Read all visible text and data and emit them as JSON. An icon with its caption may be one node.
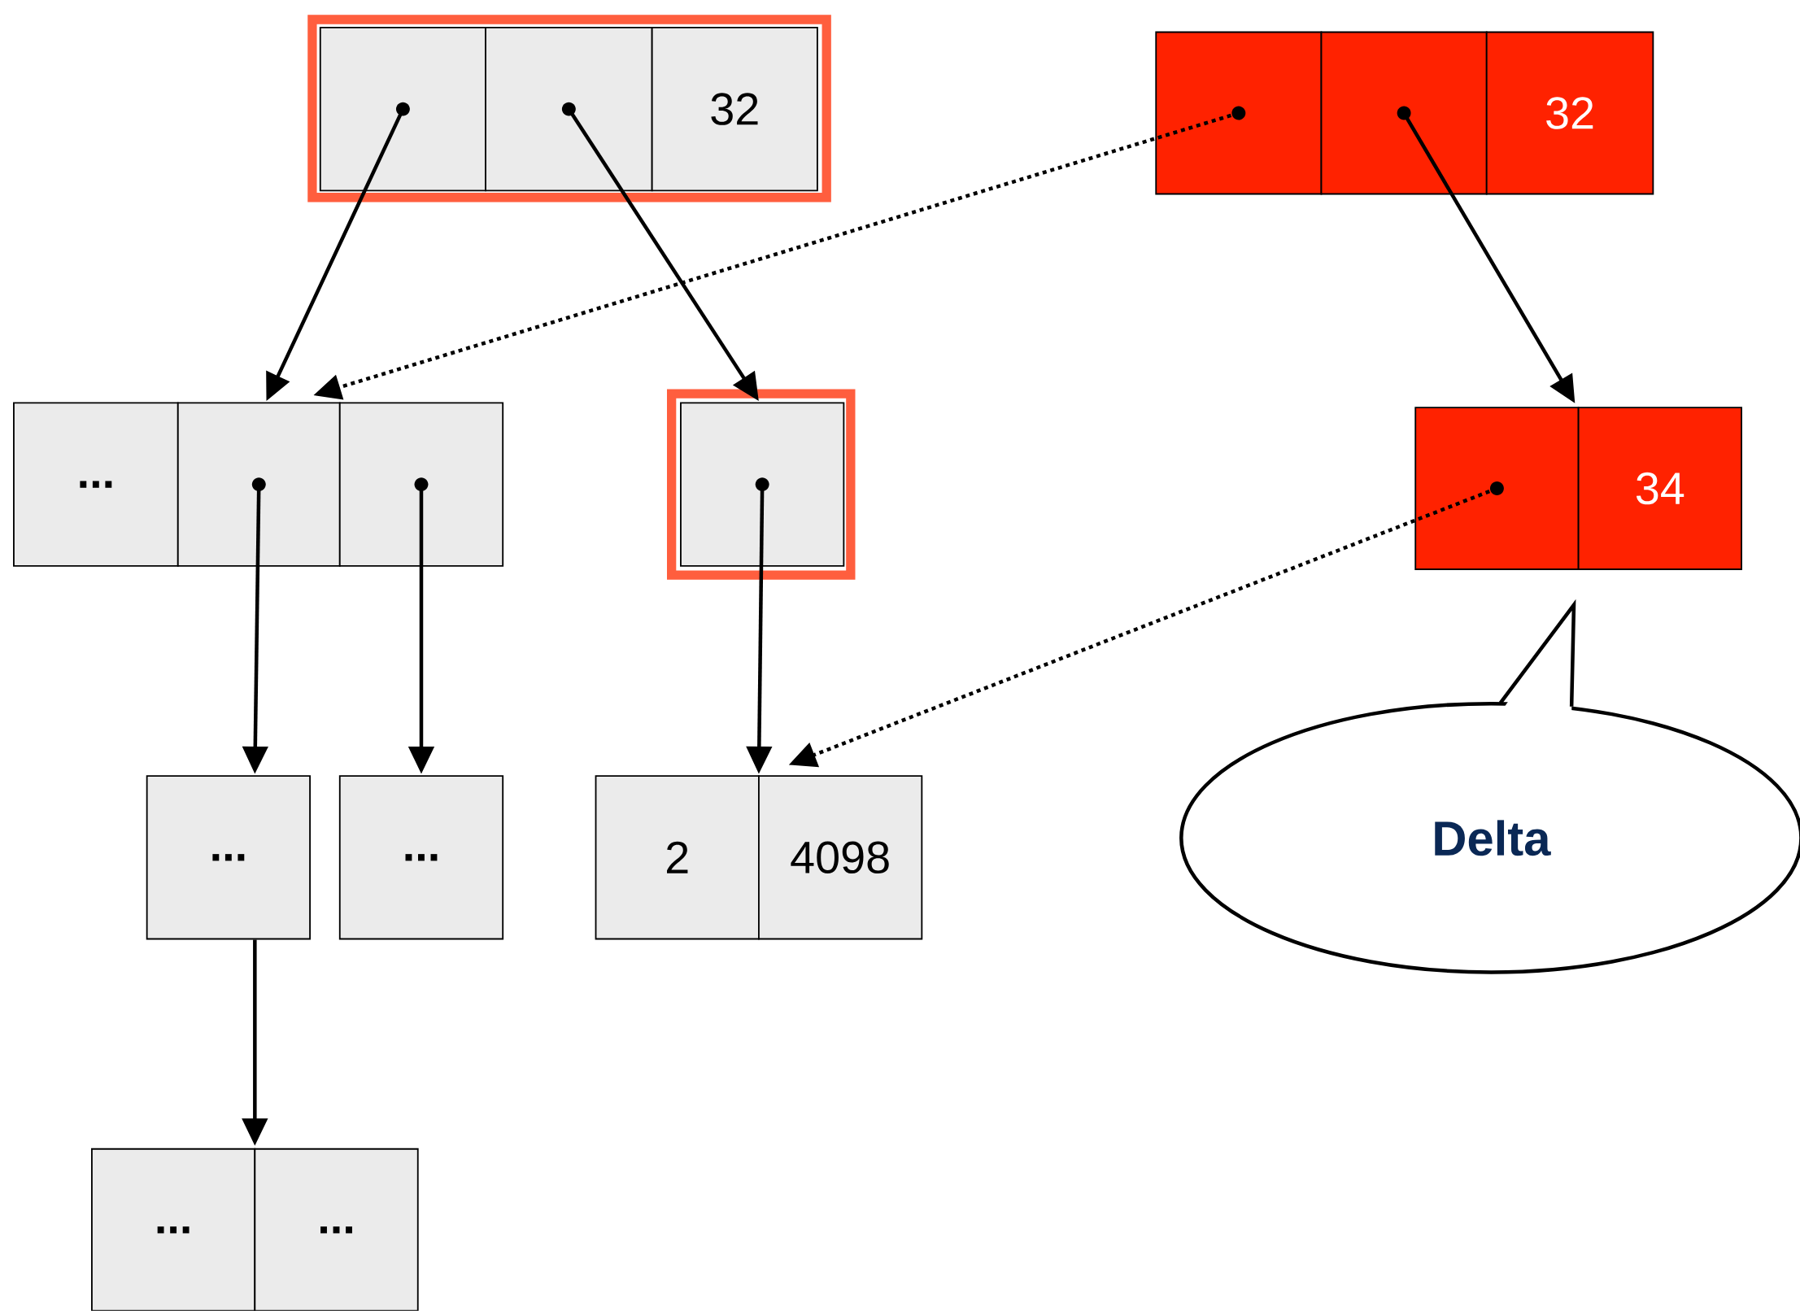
{
  "diagram": {
    "nodes": [
      {
        "text": [],
        "shape": "box"
      },
      {
        "text": [],
        "shape": "box"
      },
      {
        "text": [
          "32"
        ]
      },
      {
        "text": [],
        "shape": "box"
      },
      {
        "text": [],
        "shape": "box"
      },
      {
        "text": [
          "32"
        ]
      },
      {
        "text": [
          "..."
        ]
      },
      {
        "text": [],
        "shape": "box"
      },
      {
        "text": [],
        "shape": "box"
      },
      {
        "text": [],
        "shape": "box"
      },
      {
        "text": [],
        "shape": "box"
      },
      {
        "text": [
          "34"
        ]
      },
      {
        "text": [
          "..."
        ]
      },
      {
        "text": [
          "..."
        ]
      },
      {
        "text": [
          "2"
        ]
      },
      {
        "text": [
          "4098"
        ]
      },
      {
        "text": [
          "..."
        ]
      },
      {
        "text": [
          "..."
        ]
      },
      {
        "text": [
          "Delta"
        ]
      }
    ],
    "edges": [
      {
        "from": 0,
        "to": 7,
        "arrow": "to"
      },
      {
        "from": 1,
        "to": 9,
        "arrow": "to"
      },
      {
        "from": 3,
        "to": 7,
        "arrow": "to",
        "style": "dashed"
      },
      {
        "from": 4,
        "to": 10,
        "arrow": "to"
      },
      {
        "from": 7,
        "to": 12,
        "arrow": "to"
      },
      {
        "from": 8,
        "to": 13,
        "arrow": "to"
      },
      {
        "from": 9,
        "to": 14,
        "arrow": "to"
      },
      {
        "from": 10,
        "to": 15,
        "arrow": "to",
        "style": "dashed"
      },
      {
        "from": 12,
        "to": 16,
        "arrow": "to"
      }
    ]
  }
}
